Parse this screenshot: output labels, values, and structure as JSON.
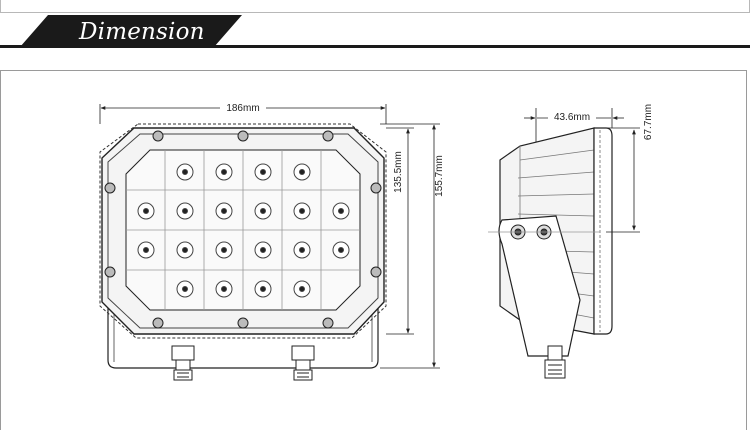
{
  "header": {
    "title": "Dimension"
  },
  "dimensions": {
    "width": "186mm",
    "inner_height": "135.5mm",
    "total_height": "155.7mm",
    "depth": "43.6mm",
    "side_height": "67.7mm"
  }
}
